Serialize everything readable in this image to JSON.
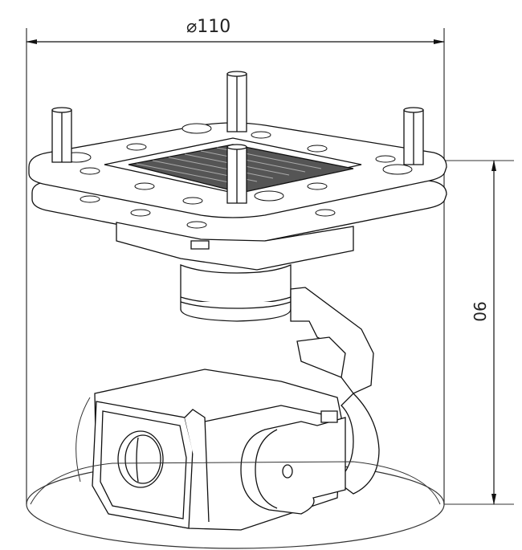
{
  "drawing": {
    "subject": "gimbal camera assembly",
    "dimensions": {
      "diameter": {
        "symbol": "⌀",
        "value": "110",
        "label": "⌀110"
      },
      "height": {
        "value": "90",
        "label": "90"
      }
    }
  }
}
